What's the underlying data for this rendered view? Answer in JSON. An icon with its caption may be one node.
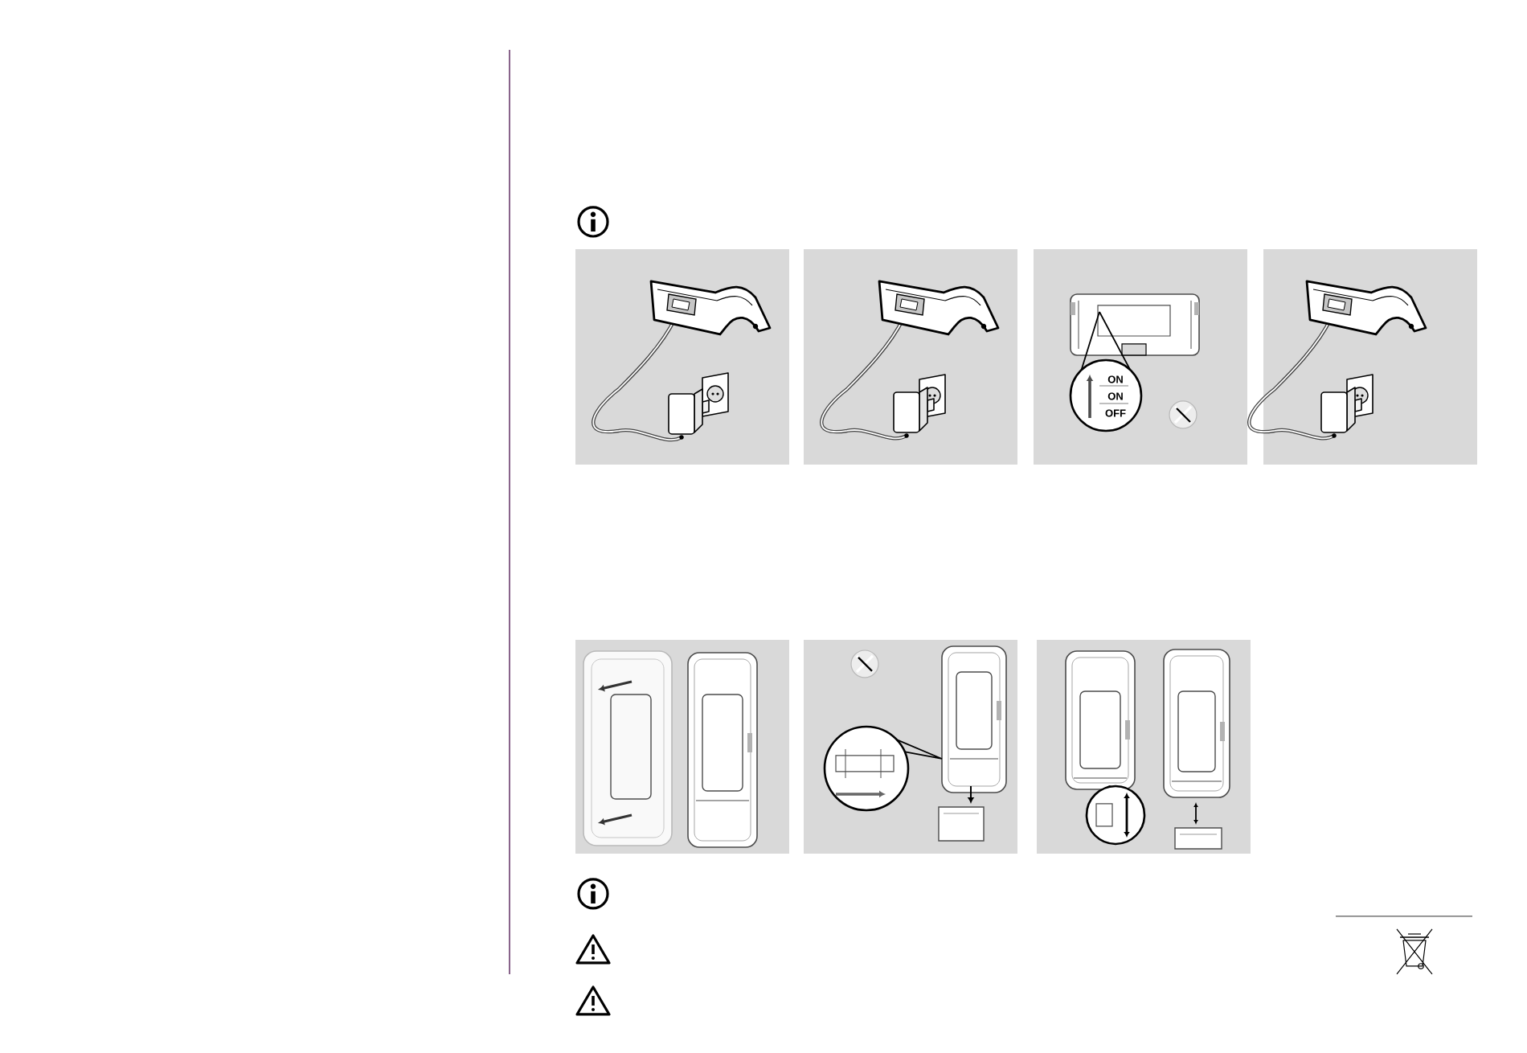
{
  "diagram": {
    "labels": [
      "ON",
      "ON",
      "OFF"
    ]
  }
}
